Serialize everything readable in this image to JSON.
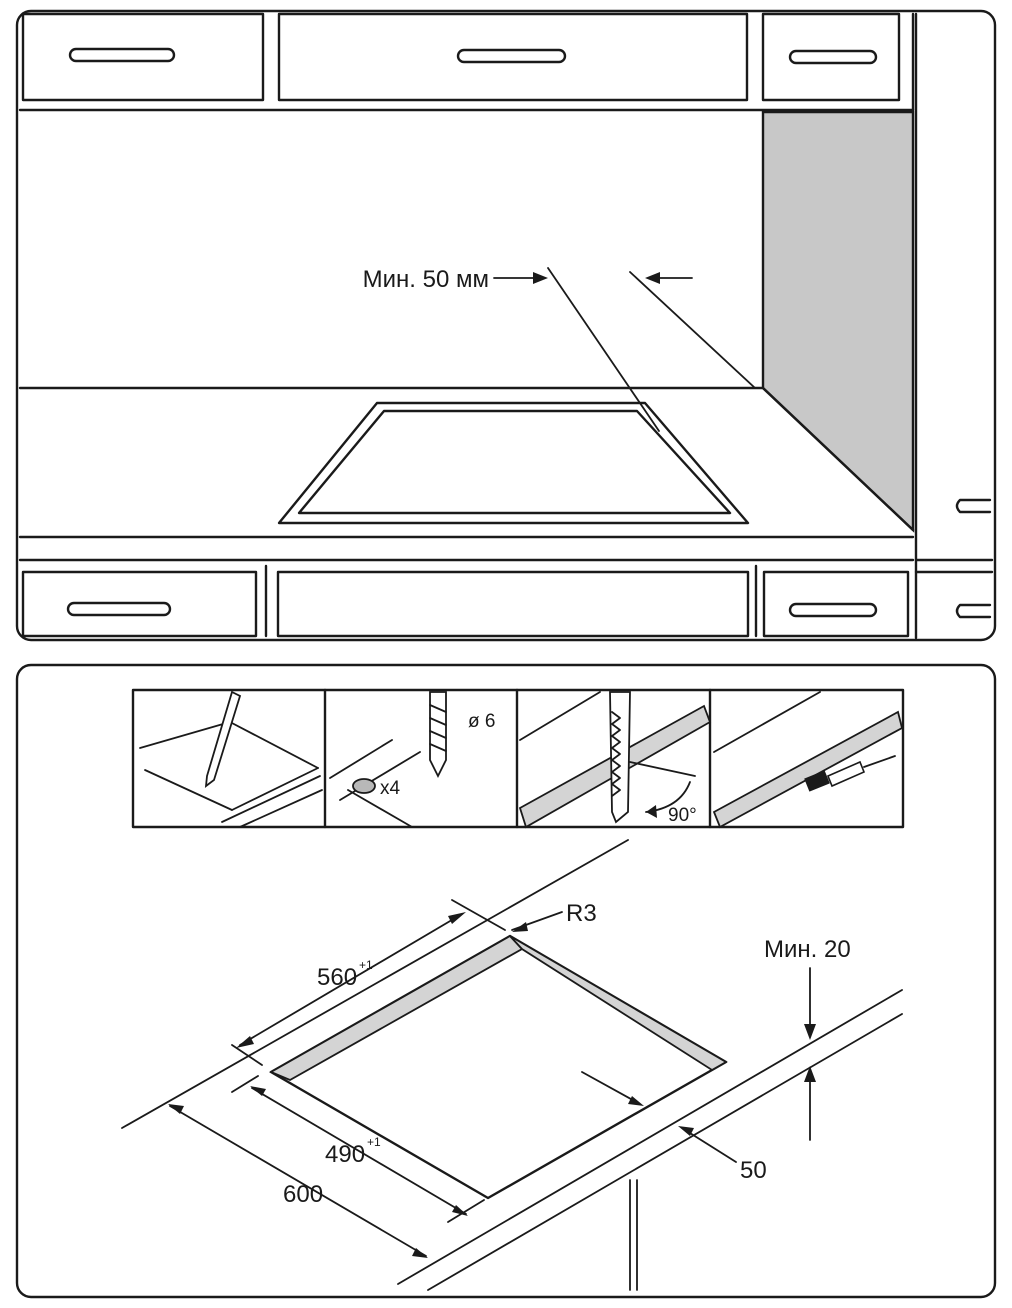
{
  "top_panel": {
    "clearance_label": "Мин. 50 мм"
  },
  "step_strip": {
    "drill_diameter": "ø 6",
    "hole_count": "x4",
    "cut_angle": "90°"
  },
  "cutout": {
    "width_label": "560",
    "width_tolerance": "+1",
    "depth_label": "490",
    "depth_tolerance": "+1",
    "counter_depth_label": "600",
    "corner_radius_label": "R3",
    "min_thickness_label": "Мин. 20",
    "front_distance_label": "50"
  },
  "colors": {
    "line": "#1a1a1a",
    "wall_shade": "#c8c8c8",
    "edge_shade": "#d4d4d4"
  }
}
